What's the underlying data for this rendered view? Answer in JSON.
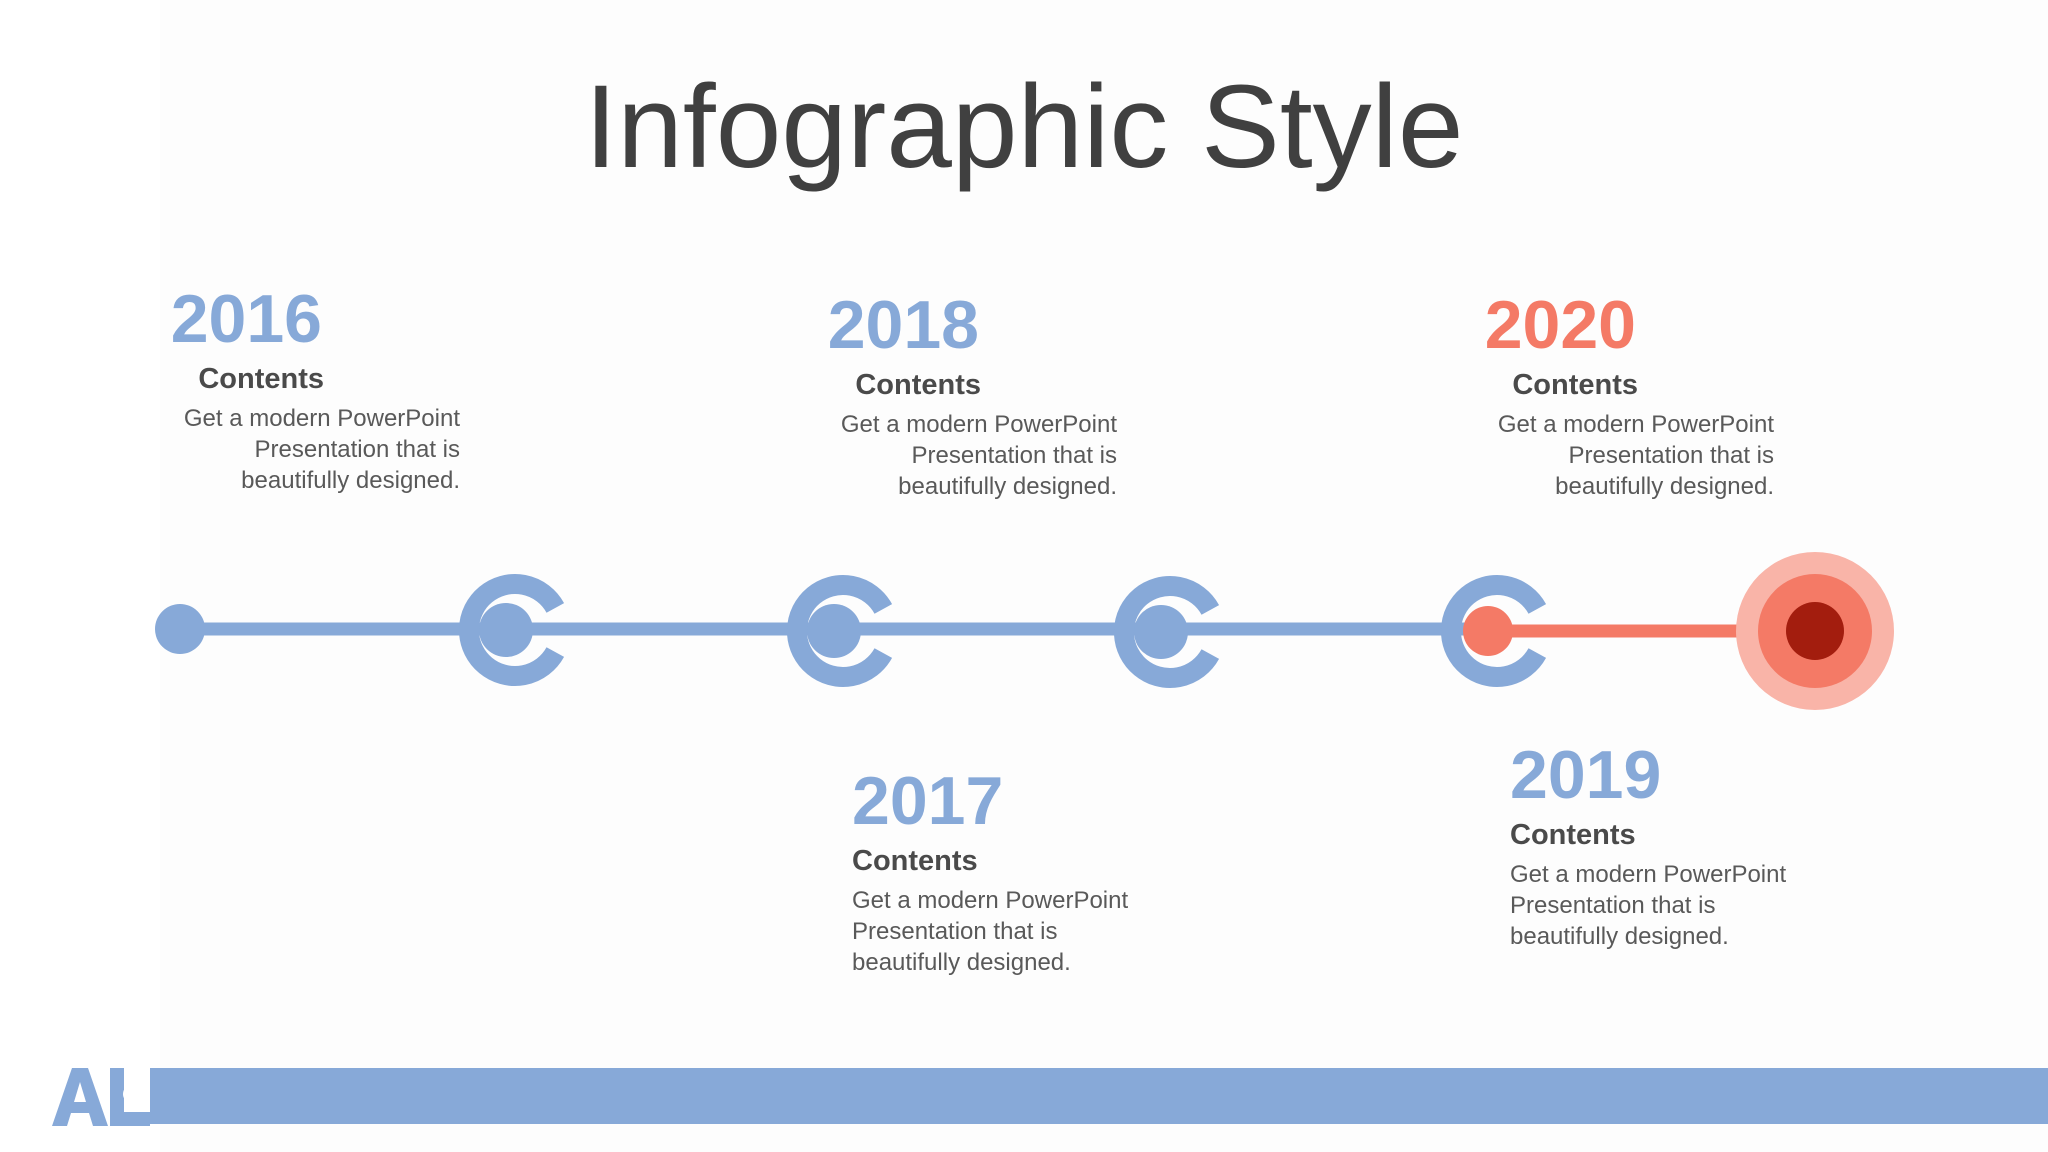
{
  "slide": {
    "title": "Infographic Style"
  },
  "colors": {
    "blue": "#87a9d8",
    "coral": "#f47a66",
    "coral_light": "#f9b4a8",
    "dark_red": "#a31d0e",
    "text_dark": "#404040"
  },
  "timeline": {
    "entries": [
      {
        "year": "2016",
        "heading": "Contents",
        "text": "Get a modern PowerPoint Presentation that is beautifully designed.",
        "color": "#87a9d8"
      },
      {
        "year": "2017",
        "heading": "Contents",
        "text": "Get a modern PowerPoint Presentation that is beautifully designed.",
        "color": "#87a9d8"
      },
      {
        "year": "2018",
        "heading": "Contents",
        "text": "Get a modern PowerPoint Presentation that is beautifully designed.",
        "color": "#87a9d8"
      },
      {
        "year": "2019",
        "heading": "Contents",
        "text": "Get a modern PowerPoint Presentation that is beautifully designed.",
        "color": "#87a9d8"
      },
      {
        "year": "2020",
        "heading": "Contents",
        "text": "Get a modern PowerPoint Presentation that is beautifully designed.",
        "color": "#f47a66"
      }
    ]
  },
  "logo": {
    "text": "AL",
    "icon": "logo-mark"
  }
}
